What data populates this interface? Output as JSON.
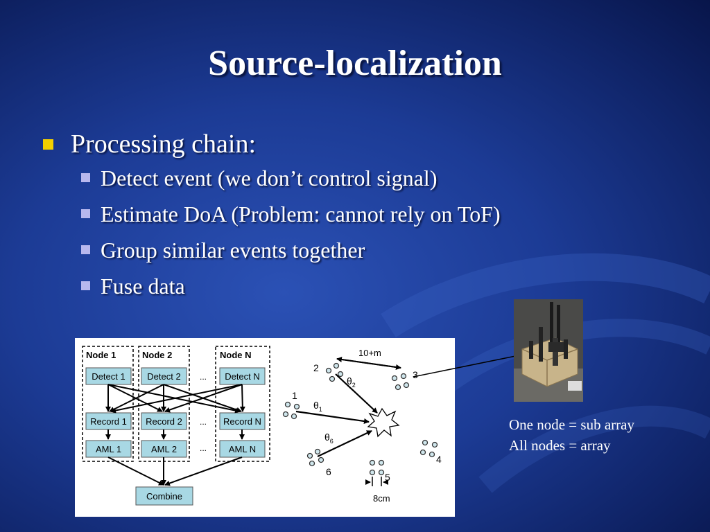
{
  "slide": {
    "title": "Source-localization",
    "bullet": "Processing chain:",
    "sub_bullets": [
      "Detect event (we don’t control signal)",
      "Estimate DoA (Problem: cannot rely on ToF)",
      "Group similar events together",
      "Fuse data"
    ],
    "caption": [
      "One node = sub array",
      "All nodes = array"
    ]
  },
  "diagram": {
    "nodes": [
      "Node 1",
      "Node 2",
      "Node N"
    ],
    "detect": [
      "Detect 1",
      "Detect 2",
      "Detect N"
    ],
    "record": [
      "Record 1",
      "Record 2",
      "Record N"
    ],
    "aml": [
      "AML 1",
      "AML 2",
      "AML N"
    ],
    "ellipsis": "...",
    "combine": "Combine",
    "distance_label": "10+m",
    "array_labels": [
      "1",
      "2",
      "3",
      "4",
      "5",
      "6"
    ],
    "theta": "θ",
    "theta_subs": [
      "1",
      "2",
      "6"
    ],
    "spacing_label": "8cm"
  },
  "colors": {
    "box_fill": "#a8d8e4",
    "bullet_yellow": "#f4d000",
    "sub_bullet": "#b8b8ee"
  }
}
